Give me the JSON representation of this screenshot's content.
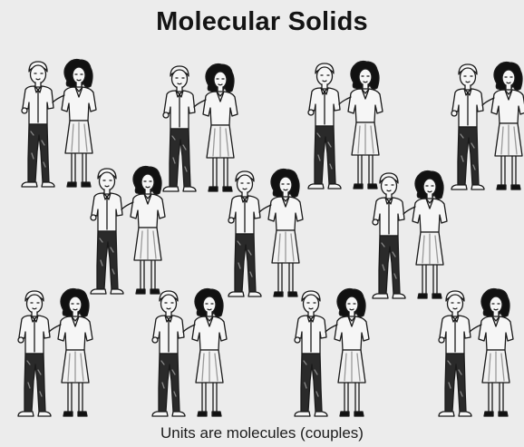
{
  "figure": {
    "title": "Molecular Solids",
    "caption": "Units are molecules (couples)",
    "couple_count": 11,
    "colors": {
      "background": "#ececec",
      "ink": "#1a1a1a",
      "hair_woman": "#111111",
      "pants": "#2a2a2a",
      "shirt": "#f6f6f6",
      "skirt": "#f2f2f2"
    },
    "icon": "man-and-woman-couple-line-drawing",
    "rows": [
      {
        "row": 1,
        "couples": 4
      },
      {
        "row": 2,
        "couples": 3
      },
      {
        "row": 3,
        "couples": 4
      }
    ]
  }
}
